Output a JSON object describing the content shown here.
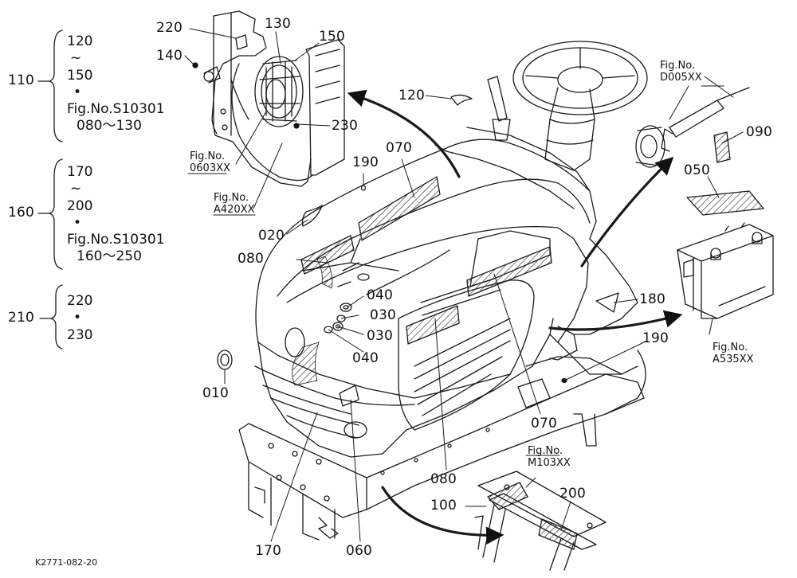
{
  "group_110": {
    "parent": "110",
    "from": "120",
    "range_mark": "~",
    "to": "150",
    "sep": "•",
    "fig": "Fig.No.S10301",
    "fig_range": "080～130"
  },
  "group_160": {
    "parent": "160",
    "from": "170",
    "range_mark": "~",
    "to": "200",
    "sep": "•",
    "fig": "Fig.No.S10301",
    "fig_range": "160～250"
  },
  "group_210": {
    "parent": "210",
    "first": "220",
    "sep": "•",
    "second": "230"
  },
  "callouts": {
    "p220": "220",
    "p130": "130",
    "p150": "150",
    "p140": "140",
    "p230": "230",
    "p120": "120",
    "p190_top": "190",
    "p070_top": "070",
    "p020": "020",
    "p080_left": "080",
    "p040_a": "040",
    "p030_a": "030",
    "p030_b": "030",
    "p040_b": "040",
    "p010": "010",
    "p090": "090",
    "p050": "050",
    "p180": "180",
    "p190_right": "190",
    "p070_bottom": "070",
    "p080_bottom": "080",
    "p100": "100",
    "p200": "200",
    "p170": "170",
    "p060": "060"
  },
  "fig_refs": {
    "f0603": {
      "label": "Fig.No.",
      "code": "0603XX"
    },
    "fA420": {
      "label": "Fig.No.",
      "code": "A420XX"
    },
    "fD005": {
      "label": "Fig.No.",
      "code": "D005XX"
    },
    "fA535": {
      "label": "Fig.No.",
      "code": "A535XX"
    },
    "fM103": {
      "label": "Fig.No.",
      "code": "M103XX"
    }
  },
  "drawing_code": "K2771-082-20"
}
